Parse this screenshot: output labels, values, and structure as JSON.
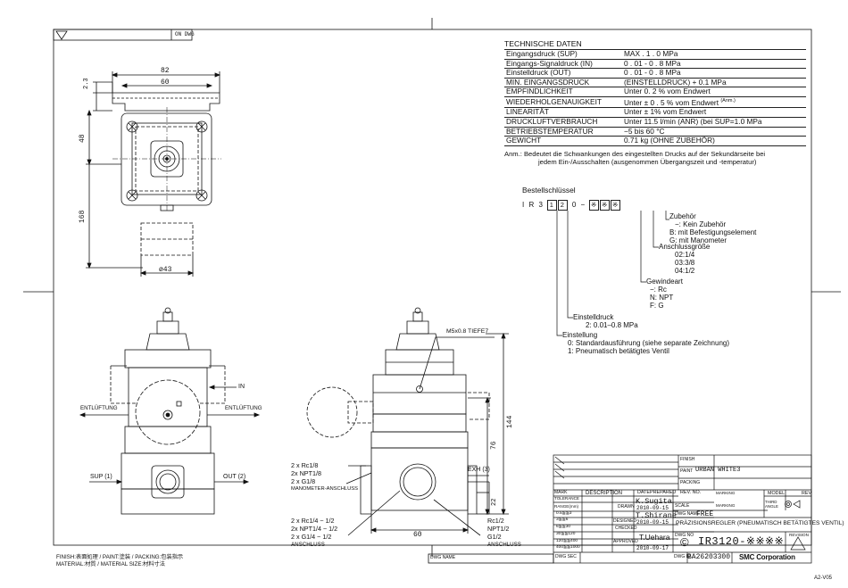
{
  "sheet": {
    "corner_tag": "ON DWG",
    "footer_left_1": "FINISH:表面処理 / PAINT:塗装 / PACKING:包装指示",
    "footer_left_2": "MATERIAL:材質 / MATERIAL SIZE:材料寸法",
    "dwg_name_small": "DWG NAME",
    "dwg_sec": "DWG SEC",
    "sheet_code": "A2-V05"
  },
  "spec": {
    "heading": "TECHNISCHE DATEN",
    "rows": [
      {
        "k": "Eingangsdruck (SUP)",
        "v": "MAX . 1 . 0 MPa"
      },
      {
        "k": "Eingangs-Signaldruck (IN)",
        "v": "0 . 01 - 0 . 8 MPa"
      },
      {
        "k": "Einstelldruck (OUT)",
        "v": "0 . 01 - 0 . 8 MPa"
      },
      {
        "k": "MIN. EINGANGSDRUCK",
        "v": "(EINSTELLDRUCK) + 0.1 MPa"
      },
      {
        "k": "EMPFINDLICHKEIT",
        "v": "Unter 0. 2 % vom Endwert"
      },
      {
        "k": "WIEDERHOLGENAUIGKEIT",
        "v": "Unter ± 0 . 5 % vom Endwert",
        "sup": "(Anm.)"
      },
      {
        "k": "LINEARITÄT",
        "v": "Unter ± 1% vom Endwert"
      },
      {
        "k": "DRUCKLUFTVERBRAUCH",
        "v": "Unter 11.5 l/min (ANR) (bei SUP=1.0 MPa"
      },
      {
        "k": "BETRIEBSTEMPERATUR",
        "v": "−5 bis 60 °C"
      },
      {
        "k": "GEWICHT",
        "v": "0.71 kg (OHNE ZUBEHÖR)"
      }
    ],
    "note_1": "Anm.: Bedeutet die Schwankungen des eingestellten Drucks auf der Sekundärseite bei",
    "note_2": "jedem Ein-/Ausschalten (ausgenommen Übergangszeit und -temperatur)"
  },
  "order": {
    "title": "Bestellschlüssel",
    "prefix": "I R 3",
    "box1": "1",
    "box2": "2",
    "mid": "0 −",
    "box_star": "※",
    "zubehoer": {
      "title": "Zubehör",
      "lines": [
        "−: Kein Zubehör",
        "B: mit Befestigungselement",
        "G: mit Manometer"
      ]
    },
    "anschluss": {
      "title": "Anschlussgröße",
      "lines": [
        "02:1/4",
        "03:3/8",
        "04:1/2"
      ]
    },
    "gewinde": {
      "title": "Gewindeart",
      "lines": [
        "−: Rc",
        "N: NPT",
        "F: G"
      ]
    },
    "einstelldruck": {
      "title": "Einstelldruck",
      "lines": [
        "2: 0.01–0.8 MPa"
      ]
    },
    "einstellung": {
      "title": "Einstellung",
      "lines": [
        "0: Standardausführung (siehe separate Zeichnung)",
        "1: Pneumatisch betätigtes Ventil"
      ]
    }
  },
  "top_view": {
    "dim_82": "82",
    "dim_60": "60",
    "dim_2_3": "2.3",
    "dim_48": "48",
    "dim_168": "168",
    "dim_43": "ø43"
  },
  "front_view": {
    "entlueftung_l": "ENTLÜFTUNG",
    "entlueftung_r": "ENTLÜFTUNG",
    "in": "IN",
    "sup": "SUP (1)",
    "out": "OUT (2)"
  },
  "side_view": {
    "m5": "M5x0.8 TIEFE7",
    "dim_144": "144",
    "dim_76": "76",
    "dim_22": "22",
    "dim_60": "60",
    "exh": "EXH (3)",
    "gauge": [
      "2 x Rc1/8",
      "2x NPT1/8",
      "2 x G1/8"
    ],
    "gauge_label": "MANOMETER-ANSCHLUSS",
    "port_l": [
      "2 x Rc1/4 ~ 1/2",
      "2x NPT1/4 ~ 1/2",
      "2 x G1/4 ~ 1/2"
    ],
    "port_l_label": "ANSCHLUSS",
    "port_r": [
      "Rc1/2",
      "NPT1/2",
      "G1/2"
    ],
    "port_r_label": "ANSCHLUSS"
  },
  "title_block": {
    "finish": "FINISH",
    "paint_lbl": "PAINT",
    "paint_val": "URBAN WHITE3",
    "packing": "PACKING",
    "marking_a": "MARKING",
    "marking_b": "MARKING",
    "model_lbl": "MODEL",
    "model_val": "",
    "rev": "REV",
    "third_angle": "THIRD ANGLE",
    "mark": "MARK",
    "description": "DESCRIPTION",
    "date": "DATE",
    "prepared": "PREPARED",
    "rev_no": "REV. NO.",
    "tolerance": "TOLERANCE",
    "range": "RANGE(mm)",
    "tol_rows": [
      "0.5≦≦3",
      "3≦≦6",
      "6≦≦30",
      "30≦≦120",
      "120≦≦400",
      "400≦≦1000"
    ],
    "drawn_lbl": "DRAWN",
    "drawn_by": "K.Sugita",
    "drawn_date": "2010-09-15",
    "designed_lbl": "DESIGNED",
    "designed_by": "T.Shirane",
    "designed_date": "2010-09-15",
    "checked_lbl": "CHECKED",
    "approved_lbl": "APPROVED",
    "approved_by": "T.Uehara",
    "approved_date": "2010-09-17",
    "scale_lbl": "SCALE",
    "scale_val": "FREE",
    "dwg_name_lbl": "DWG NAME",
    "dwg_name_val": "PRÄZISIONSREGLER (PNEUMATISCH BETÄTIGTES VENTIL)",
    "dwg_no_lbl": "DWG NO",
    "dwg_no_val": "IR3120-※※※※",
    "dwg_id_lbl": "DWG ID",
    "dwg_id_val": "BA26203300",
    "revision": "REVISION",
    "company": "SMC Corporation"
  }
}
